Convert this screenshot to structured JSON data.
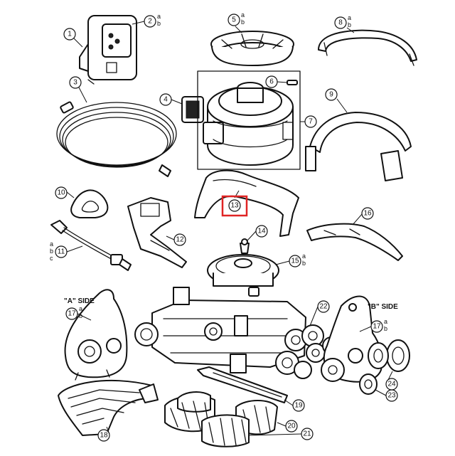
{
  "diagram": {
    "highlight_color": "#e02424",
    "side_labels": {
      "a_side": "\"A\" SIDE",
      "b_side": "\"B\" SIDE"
    },
    "callouts": [
      {
        "id": "1",
        "label": "1",
        "variants": []
      },
      {
        "id": "2",
        "label": "2",
        "variants": [
          "a",
          "b"
        ]
      },
      {
        "id": "3",
        "label": "3",
        "variants": []
      },
      {
        "id": "4",
        "label": "4",
        "variants": []
      },
      {
        "id": "5",
        "label": "5",
        "variants": [
          "a",
          "b"
        ]
      },
      {
        "id": "6",
        "label": "6",
        "variants": []
      },
      {
        "id": "7",
        "label": "7",
        "variants": []
      },
      {
        "id": "8",
        "label": "8",
        "variants": [
          "a",
          "b"
        ]
      },
      {
        "id": "9",
        "label": "9",
        "variants": []
      },
      {
        "id": "10",
        "label": "10",
        "variants": []
      },
      {
        "id": "11",
        "label": "11",
        "variants": [
          "a",
          "b",
          "c"
        ]
      },
      {
        "id": "12",
        "label": "12",
        "variants": []
      },
      {
        "id": "13",
        "label": "13",
        "variants": [],
        "highlighted": true
      },
      {
        "id": "14",
        "label": "14",
        "variants": []
      },
      {
        "id": "15",
        "label": "15",
        "variants": [
          "a",
          "b"
        ]
      },
      {
        "id": "16",
        "label": "16",
        "variants": []
      },
      {
        "id": "17a",
        "label": "17",
        "variants": [
          "a",
          "b"
        ]
      },
      {
        "id": "17b",
        "label": "17",
        "variants": [
          "a",
          "b"
        ]
      },
      {
        "id": "18",
        "label": "18",
        "variants": []
      },
      {
        "id": "19",
        "label": "19",
        "variants": []
      },
      {
        "id": "20",
        "label": "20",
        "variants": []
      },
      {
        "id": "21",
        "label": "21",
        "variants": []
      },
      {
        "id": "22",
        "label": "22",
        "variants": []
      },
      {
        "id": "23",
        "label": "23",
        "variants": []
      },
      {
        "id": "24",
        "label": "24",
        "variants": []
      }
    ]
  }
}
